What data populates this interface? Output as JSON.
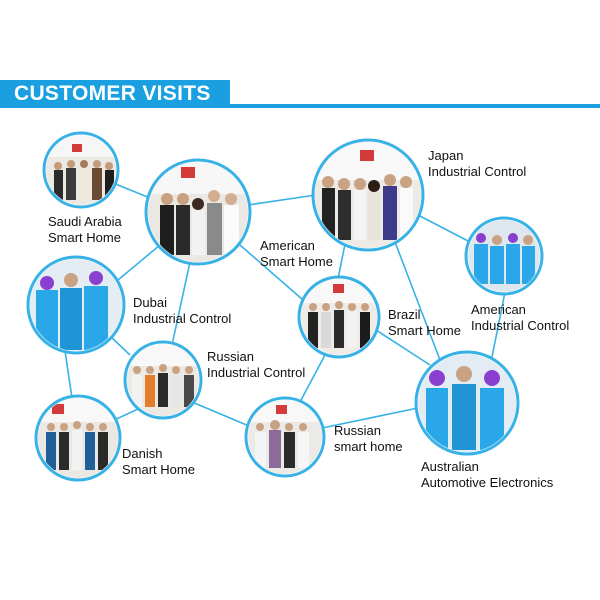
{
  "header": {
    "title": "CUSTOMER VISITS"
  },
  "colors": {
    "accent": "#1aa0e0",
    "line": "#38b2e6",
    "lab_coat": "#2aa7e8",
    "cap": "#8a3fd1"
  },
  "visits": [
    {
      "id": "saudi",
      "line1": "Saudi Arabia",
      "line2": "Smart Home"
    },
    {
      "id": "american1",
      "line1": "American",
      "line2": "Smart Home"
    },
    {
      "id": "japan",
      "line1": "Japan",
      "line2": "Industrial Control"
    },
    {
      "id": "american2",
      "line1": "American",
      "line2": "Industrial Control"
    },
    {
      "id": "dubai",
      "line1": "Dubai",
      "line2": "Industrial Control"
    },
    {
      "id": "brazil",
      "line1": "Brazil",
      "line2": "Smart Home"
    },
    {
      "id": "russian1",
      "line1": "Russian",
      "line2": "Industrial Control"
    },
    {
      "id": "russian2",
      "line1": "Russian",
      "line2": "smart home"
    },
    {
      "id": "danish",
      "line1": "Danish",
      "line2": "Smart Home"
    },
    {
      "id": "australian",
      "line1": "Australian",
      "line2": "Automotive Electronics"
    }
  ]
}
